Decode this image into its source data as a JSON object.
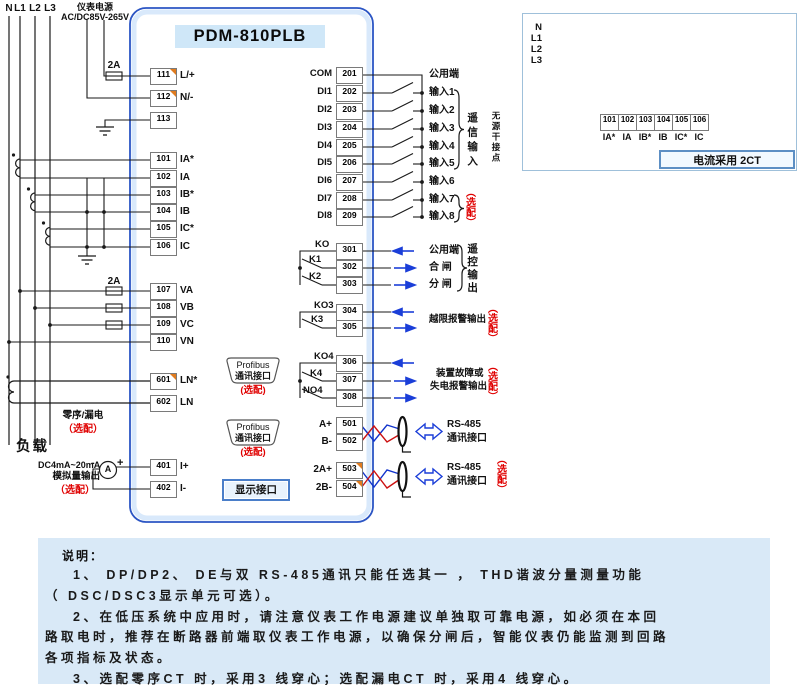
{
  "power_supply": {
    "line1": "仪表电源",
    "line2": "AC/DC85V-265V",
    "fuse": "2A"
  },
  "bus_labels": [
    "N",
    "L1",
    "L2",
    "L3"
  ],
  "device": {
    "title": "PDM-810PLB",
    "display_port": "显示接口"
  },
  "left": {
    "power": [
      {
        "num": "111",
        "label": "L/+",
        "flag": true
      },
      {
        "num": "112",
        "label": "N/-",
        "flag": true
      },
      {
        "num": "113",
        "label": ""
      }
    ],
    "current": [
      {
        "num": "101",
        "label": "IA*"
      },
      {
        "num": "102",
        "label": "IA"
      },
      {
        "num": "103",
        "label": "IB*"
      },
      {
        "num": "104",
        "label": "IB"
      },
      {
        "num": "105",
        "label": "IC*"
      },
      {
        "num": "106",
        "label": "IC"
      }
    ],
    "voltage_fuse": "2A",
    "voltage": [
      {
        "num": "107",
        "label": "VA"
      },
      {
        "num": "108",
        "label": "VB"
      },
      {
        "num": "109",
        "label": "VC"
      },
      {
        "num": "110",
        "label": "VN"
      }
    ],
    "leakage_label": "零序/漏电",
    "leakage_optional": "（选配）",
    "leakage": [
      {
        "num": "601",
        "label": "LN*",
        "flag": true
      },
      {
        "num": "602",
        "label": "LN"
      }
    ],
    "load_label": "负载",
    "analog_label1": "DC4mA~20mA",
    "analog_label2": "模拟量输出",
    "analog_optional": "（选配）",
    "meter": {
      "symbol": "A",
      "minus": "-",
      "plus": "+"
    },
    "analog": [
      {
        "num": "401",
        "label": "I+"
      },
      {
        "num": "402",
        "label": "I-"
      }
    ]
  },
  "di": {
    "rows": [
      {
        "left": "COM",
        "num": "201",
        "right": "公用端"
      },
      {
        "left": "DI1",
        "num": "202",
        "right": "输入1"
      },
      {
        "left": "DI2",
        "num": "203",
        "right": "输入2"
      },
      {
        "left": "DI3",
        "num": "204",
        "right": "输入3"
      },
      {
        "left": "DI4",
        "num": "205",
        "right": "输入4"
      },
      {
        "left": "DI5",
        "num": "206",
        "right": "输入5"
      },
      {
        "left": "DI6",
        "num": "207",
        "right": "输入6"
      },
      {
        "left": "DI7",
        "num": "208",
        "right": "输入7"
      },
      {
        "left": "DI8",
        "num": "209",
        "right": "输入8"
      }
    ],
    "side_label": "遥信输入",
    "side_sub": "无源干接点",
    "optional": "（选配）"
  },
  "relays": {
    "group1": {
      "contacts": [
        "KO",
        "K1",
        "K2"
      ],
      "rows": [
        {
          "num": "301",
          "label": "公用端"
        },
        {
          "num": "302",
          "label": "合 闸"
        },
        {
          "num": "303",
          "label": "分 闸"
        }
      ],
      "side_label": "遥控输出"
    },
    "group2": {
      "contacts": [
        "KO3",
        "K3"
      ],
      "rows": [
        {
          "num": "304"
        },
        {
          "num": "305"
        }
      ],
      "label": "越限报警输出",
      "optional": "（选配）"
    },
    "group3": {
      "contacts": [
        "KO4",
        "K4",
        "NO4"
      ],
      "rows": [
        {
          "num": "306"
        },
        {
          "num": "307"
        },
        {
          "num": "308"
        }
      ],
      "label1": "装置故障或",
      "label2": "失电报警输出",
      "optional": "（选配）"
    }
  },
  "rs485": {
    "group1": {
      "rows": [
        {
          "left": "A+",
          "num": "501"
        },
        {
          "left": "B-",
          "num": "502"
        }
      ],
      "line1": "RS-485",
      "line2": "通讯接口"
    },
    "group2": {
      "rows": [
        {
          "left": "2A+",
          "num": "503",
          "flag": true
        },
        {
          "left": "2B-",
          "num": "504",
          "flag": true
        }
      ],
      "line1": "RS-485",
      "line2": "通讯接口",
      "optional": "（选配）"
    }
  },
  "profibus": {
    "line1": "Profibus",
    "line2": "通讯接口",
    "optional": "(选配)"
  },
  "ct2": {
    "bus_labels": [
      "N",
      "L1",
      "L2",
      "L3"
    ],
    "terminals": [
      "101",
      "102",
      "103",
      "104",
      "105",
      "106"
    ],
    "labels": [
      "IA*",
      "IA",
      "IB*",
      "IB",
      "IC*",
      "IC"
    ],
    "caption": "电流采用 2CT"
  },
  "notes": {
    "title": "说明：",
    "lines": [
      "1、 DP/DP2、 DE与双 RS-485通讯只能任选其一 ， THD谐波分量测量功能",
      "（ DSC/DSC3显示单元可选）。",
      "2、在低压系统中应用时，请注意仪表工作电源建议单独取可靠电源，如必须在本回",
      "路取电时，推荐在断路器前端取仪表工作电源，以确保分闸后，智能仪表仍能监测到回路",
      "各项指标及状态。",
      "3、选配零序CT 时，采用3 线穿心；选配漏电CT 时，采用4 线穿心。"
    ]
  },
  "colors": {
    "device_border": "#2b55c4",
    "accent_blue": "#1b3ed8",
    "optional_red": "#e00000",
    "banner_bg": "#cfe7f8",
    "note_bg": "#d9e9f7",
    "wire_red": "#cc1111",
    "wire_blue": "#1133cc",
    "flag_orange": "#e07b1e"
  }
}
